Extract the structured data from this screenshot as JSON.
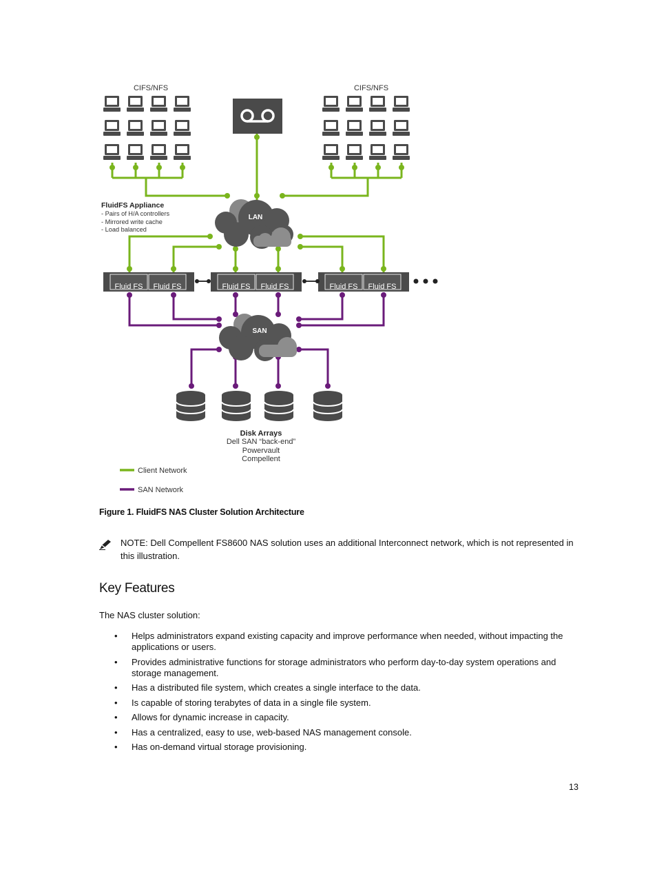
{
  "diagram": {
    "cifs_left": "CIFS/NFS",
    "cifs_right": "CIFS/NFS",
    "appliance_title": "FluidFS Appliance",
    "appliance_details": [
      "- Pairs of H/A controllers",
      "- Mirrored write cache",
      "- Load balanced"
    ],
    "lan_label": "LAN",
    "san_label": "SAN",
    "node_label": "Fluid FS",
    "disk_arrays_title": "Disk Arrays",
    "disk_arrays_details": [
      "Dell SAN “back-end”",
      "Powervault",
      "Compellent"
    ],
    "legend": [
      {
        "label": "Client Network",
        "color": "#7ab51d"
      },
      {
        "label": "SAN Network",
        "color": "#6a1b7a"
      }
    ],
    "colors": {
      "client": "#7ab51d",
      "san": "#6a1b7a",
      "device": "#4a4a4a",
      "cloud": "#5a5a5a"
    }
  },
  "figure_caption": "Figure 1. FluidFS NAS Cluster Solution Architecture",
  "note": {
    "label": "NOTE:",
    "text": " Dell Compellent FS8600 NAS solution uses an additional Interconnect network, which is not represented in this illustration.",
    "icon": "pencil-note-icon"
  },
  "section_heading": "Key Features",
  "intro": "The NAS cluster solution:",
  "features": [
    "Helps administrators expand existing capacity and improve performance when needed, without impacting the applications or users.",
    "Provides administrative functions for storage administrators who perform day-to-day system operations and storage management.",
    "Has a distributed file system, which creates a single interface to the data.",
    "Is capable of storing terabytes of data in a single file system.",
    "Allows for dynamic increase in capacity.",
    "Has a centralized, easy to use, web-based NAS management console.",
    "Has on-demand virtual storage provisioning."
  ],
  "page_number": "13"
}
